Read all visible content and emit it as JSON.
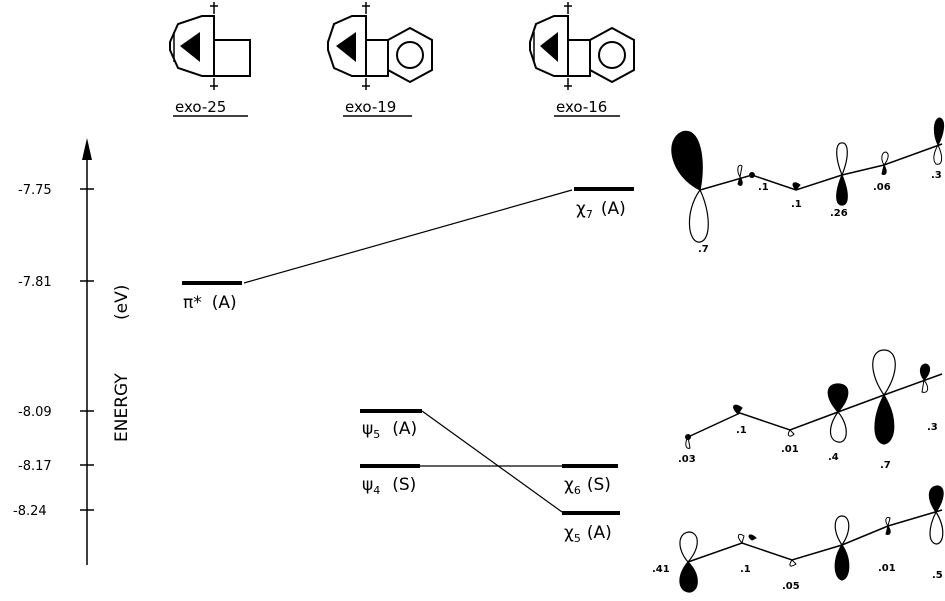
{
  "compounds": [
    {
      "name": "exo-25"
    },
    {
      "name": "exo-19"
    },
    {
      "name": "exo-16"
    }
  ],
  "axis": {
    "label": "ENERGY",
    "unit": "(eV)",
    "ticks": [
      "-7.75",
      "-7.81",
      "-8.09",
      "-8.17",
      "-8.24"
    ]
  },
  "levels": {
    "pi_star": {
      "symbol": "π*",
      "sym": "(A)"
    },
    "psi5": {
      "symbol": "ψ",
      "sub": "5",
      "sym": "(A)"
    },
    "psi4": {
      "symbol": "ψ",
      "sub": "4",
      "sym": "(S)"
    },
    "chi7": {
      "symbol": "χ",
      "sub": "7",
      "sym": "(A)"
    },
    "chi6": {
      "symbol": "χ",
      "sub": "6",
      "sym": "(S)"
    },
    "chi5": {
      "symbol": "χ",
      "sub": "5",
      "sym": "(A)"
    }
  },
  "coefficients": {
    "top": [
      ".7",
      ".1",
      ".1",
      ".26",
      ".06",
      ".3"
    ],
    "middle": [
      ".03",
      ".1",
      ".01",
      ".4",
      ".7",
      ".3"
    ],
    "bottom": [
      ".41",
      ".1",
      ".05",
      ".01",
      ".5"
    ]
  }
}
